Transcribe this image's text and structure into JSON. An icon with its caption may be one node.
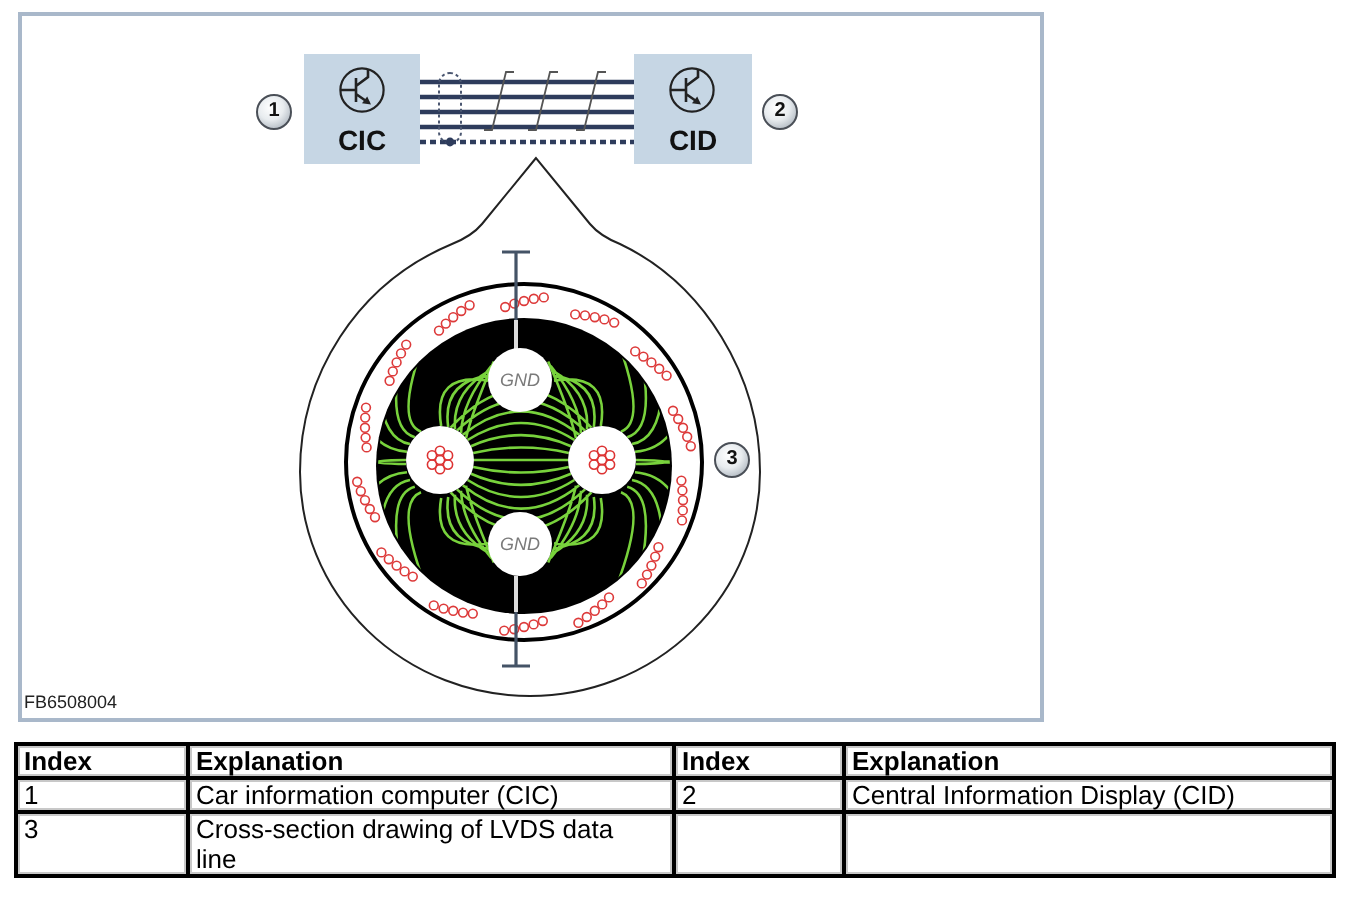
{
  "diagram": {
    "nodes": [
      {
        "text": [
          "CIC"
        ]
      },
      {
        "text": [
          "CID"
        ]
      },
      {
        "text": [
          "GND"
        ]
      },
      {
        "text": [
          "GND"
        ]
      }
    ],
    "edges": [
      {
        "from": 0,
        "to": 1,
        "arrow": "none"
      },
      {
        "from": 0,
        "to": 1,
        "arrow": "none"
      },
      {
        "from": 0,
        "to": 1,
        "arrow": "none"
      },
      {
        "from": 0,
        "to": 1,
        "arrow": "none"
      },
      {
        "from": 0,
        "to": 1,
        "arrow": "none",
        "style": "dashed"
      }
    ],
    "labels": [
      "1",
      "2",
      "3",
      "FB6508004",
      "Index",
      "Explanation",
      "Index",
      "Explanation",
      "1",
      "Car information computer (CIC)",
      "2",
      "Central Information Display (CID)",
      "3",
      "Cross-section drawing of LVDS data line"
    ]
  }
}
